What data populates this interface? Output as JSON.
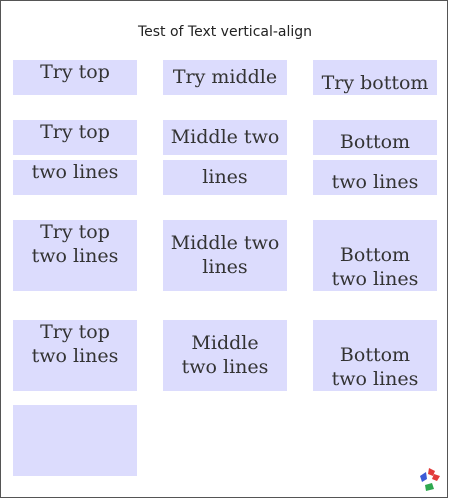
{
  "title": "Test of Text vertical-align",
  "rows": {
    "r1": {
      "top": "Try top",
      "middle": "Try middle",
      "bottom": "Try bottom"
    },
    "r2": {
      "top": [
        "Try top",
        "two lines"
      ],
      "middle": [
        "Middle two",
        "lines"
      ],
      "bottom": [
        "Bottom",
        "two lines"
      ]
    },
    "r3": {
      "top": [
        "Try top",
        "two lines"
      ],
      "middle": [
        "Middle two",
        "lines"
      ],
      "bottom": [
        "Bottom",
        "two lines"
      ]
    },
    "r4": {
      "top": [
        "Try top",
        "two lines"
      ],
      "middle": [
        "Middle",
        "two lines"
      ],
      "bottom": [
        "Bottom",
        "two lines"
      ]
    }
  },
  "colors": {
    "box_fill": "#dcdcfd",
    "text": "#333333",
    "frame": "#555555"
  },
  "icons": [
    "logo-icon"
  ]
}
